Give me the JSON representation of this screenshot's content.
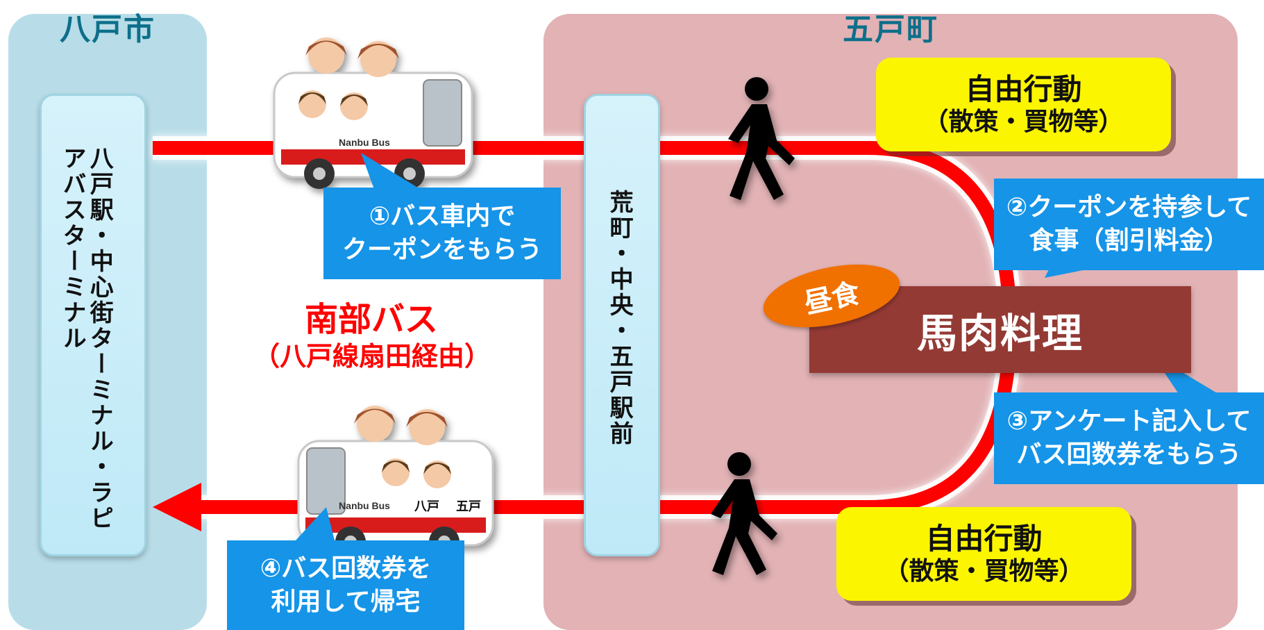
{
  "colors": {
    "route": "#ff0000",
    "hachinohe_bg": "#b8dde8",
    "gonohe_bg": "#e2b2b5",
    "callout": "#1594e8",
    "free_action": "#fbf500",
    "meal_box": "#943a35",
    "lunch_badge": "#f07000"
  },
  "regions": {
    "left": "八戸市",
    "right": "五戸町"
  },
  "stops": {
    "hachinohe": "八戸駅・中心街ターミナル・ラピアバスターミナル",
    "gonohe": "荒町・中央・五戸駅前"
  },
  "bus": {
    "company": "南部バス",
    "route": "（八戸線扇田経由）",
    "sign_operator": "Nanbu Bus",
    "sign_from": "八戸",
    "sign_to": "五戸"
  },
  "callouts": {
    "step1": {
      "line1": "①バス車内で",
      "line2": "クーポンをもらう"
    },
    "step2": {
      "line1": "②クーポンを持参して",
      "line2": "食事（割引料金）"
    },
    "step3": {
      "line1": "③アンケート記入して",
      "line2": "バス回数券をもらう"
    },
    "step4": {
      "line1": "④バス回数券を",
      "line2": "利用して帰宅"
    }
  },
  "free_action": {
    "title": "自由行動",
    "detail": "（散策・買物等）"
  },
  "meal": {
    "badge": "昼食",
    "name": "馬肉料理"
  },
  "icons": [
    "walking-person-icon",
    "bus-with-family-icon",
    "arrow-left-icon"
  ]
}
